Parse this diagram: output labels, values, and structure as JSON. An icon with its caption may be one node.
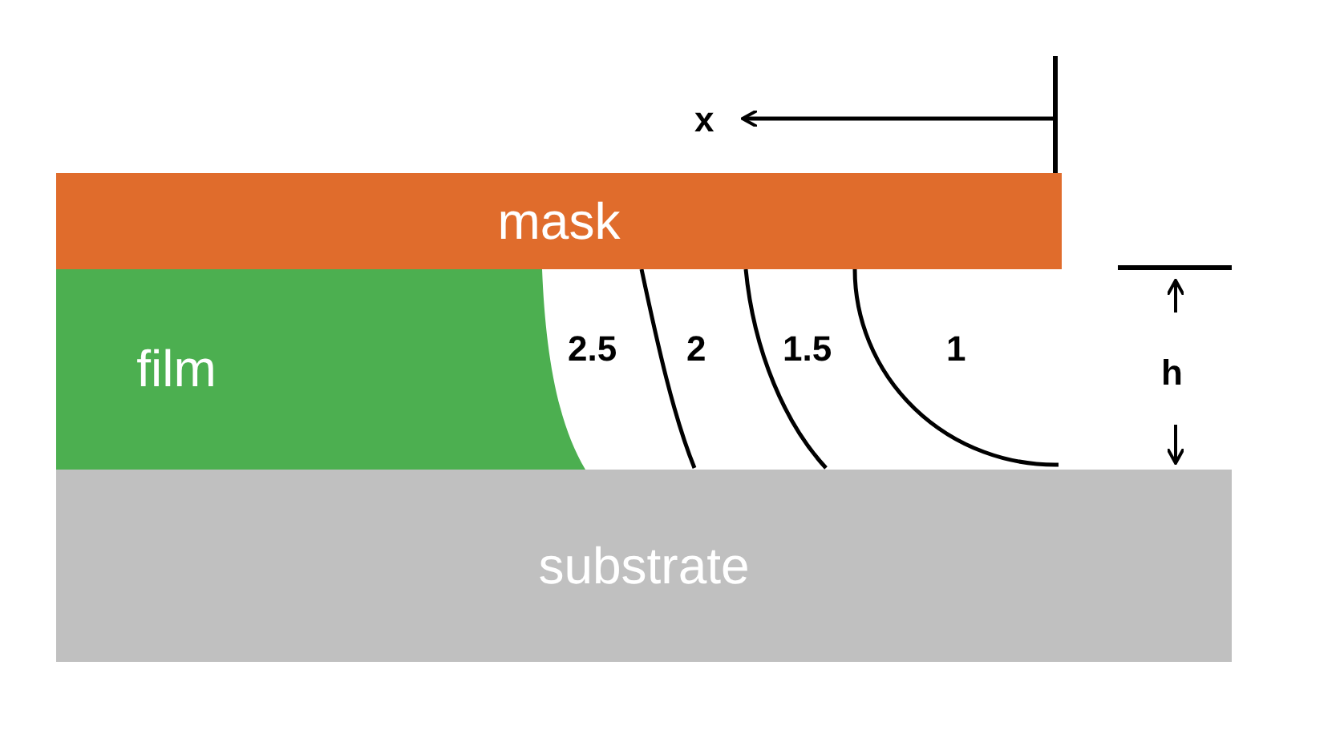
{
  "diagram": {
    "nodes": [
      {
        "text": [
          "mask"
        ]
      },
      {
        "text": [
          "film"
        ]
      },
      {
        "text": [
          "substrate"
        ]
      }
    ],
    "labels": [
      "x",
      "2.5",
      "2",
      "1.5",
      "1",
      "h"
    ]
  }
}
